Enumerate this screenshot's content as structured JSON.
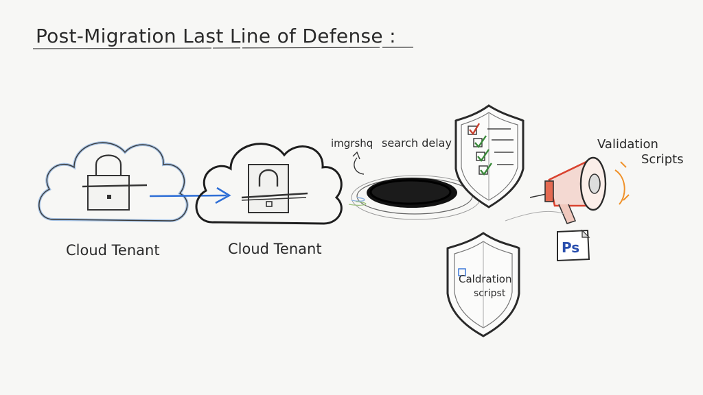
{
  "title": "Post-Migration Last Line of Defense :",
  "labels": {
    "cloud_left": "Cloud Tenant",
    "cloud_middle": "Cloud Tenant",
    "search_note_a": "imgrshq",
    "search_note_b": "search delay",
    "validation_line1": "Validation",
    "validation_line2": "Scripts",
    "shield_lower_line1": "Caldration",
    "shield_lower_line2": "scripst",
    "ps_logo": "Ps"
  },
  "colors": {
    "ink": "#2a2a2a",
    "arrow_blue": "#2f6fd6",
    "cloud_blue": "#8fb3df",
    "check_red": "#c8402e",
    "check_green": "#3a8a3a",
    "megaphone_red": "#d9432f",
    "megaphone_orange": "#f0922a",
    "ps_blue": "#2a4fae",
    "blackhole": "#111111"
  },
  "icons": [
    "lock-icon",
    "arrow-right-icon",
    "black-hole-icon",
    "shield-checklist-icon",
    "megaphone-icon",
    "powershell-icon",
    "shield-icon"
  ]
}
